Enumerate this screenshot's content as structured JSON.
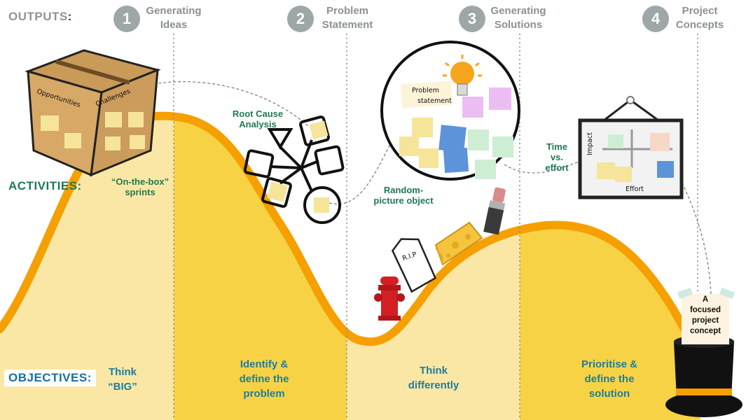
{
  "labels": {
    "outputs": "OUTPUTS",
    "outputs_colon": ":",
    "activities": "ACTIVITIES:",
    "objectives": "OBJECTIVES:"
  },
  "phases": [
    {
      "number": "1",
      "title_line1": "Generating",
      "title_line2": "Ideas"
    },
    {
      "number": "2",
      "title_line1": "Problem",
      "title_line2": "Statement"
    },
    {
      "number": "3",
      "title_line1": "Generating",
      "title_line2": "Solutions"
    },
    {
      "number": "4",
      "title_line1": "Project",
      "title_line2": "Concepts"
    }
  ],
  "objectives": [
    {
      "line1": "Think",
      "line2": "“BIG”"
    },
    {
      "line1": "Identify &",
      "line2": "define the",
      "line3": "problem"
    },
    {
      "line1": "Think",
      "line2": "differently"
    },
    {
      "line1": "Prioritise &",
      "line2": "define the",
      "line3": "solution"
    }
  ],
  "activities": {
    "sprints_line1": "“On-the-box”",
    "sprints_line2": "sprints",
    "root_cause_line1": "Root Cause",
    "root_cause_line2": "Analysis",
    "random_line1": "Random-",
    "random_line2": "picture object",
    "time_line1": "Time",
    "time_line2": "vs.",
    "time_line3": "effort"
  },
  "box": {
    "face_left": "Opportunities",
    "face_right": "Challenges"
  },
  "circle_note": {
    "line1": "Problem",
    "line2": "statement"
  },
  "matrix": {
    "y_label": "Impact",
    "x_label": "Effort"
  },
  "tombstone_text": "R.I.P",
  "final_note": {
    "line1": "A",
    "line2": "focused",
    "line3": "project",
    "line4": "concept"
  },
  "colors": {
    "curve_stroke": "#f5a000",
    "fill_light": "#fbe7a5",
    "fill_dark": "#f7d245",
    "outputs_gray": "#8e9496",
    "activities_green": "#1e7a52",
    "objectives_blue": "#1a6f9e"
  },
  "icons": [
    "box-icon",
    "lightbulb-icon",
    "fishbone-diagram-icon",
    "fire-hydrant-icon",
    "tombstone-icon",
    "cheese-icon",
    "lipstick-icon",
    "framed-matrix-icon",
    "top-hat-icon"
  ]
}
